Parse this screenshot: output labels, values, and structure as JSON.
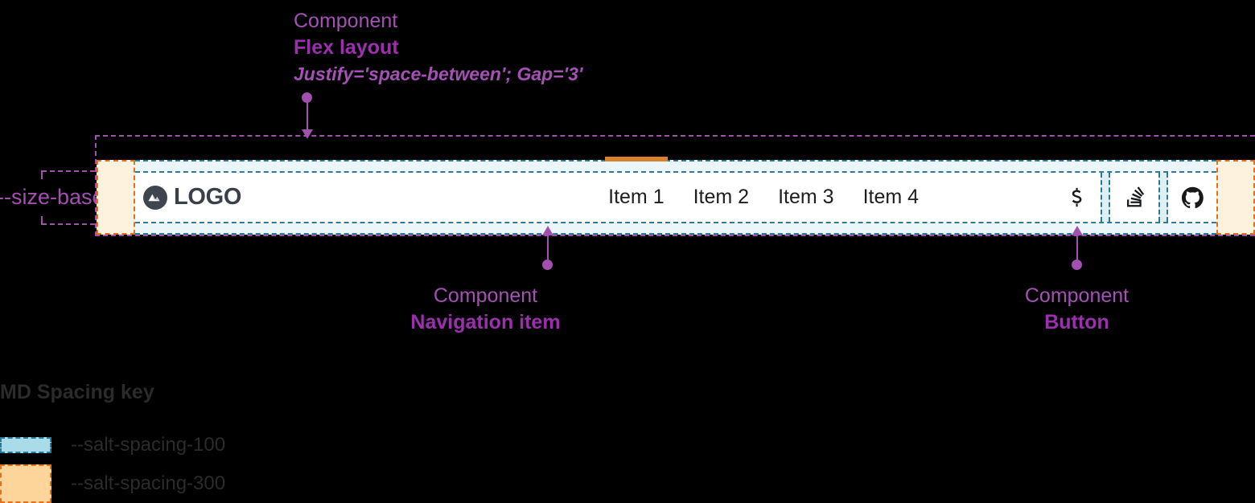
{
  "annotations": {
    "flex_layout": {
      "kind": "Component",
      "name": "Flex layout",
      "props": "Justify='space-between'; Gap='3'"
    },
    "navigation_item": {
      "kind": "Component",
      "name": "Navigation item"
    },
    "button": {
      "kind": "Component",
      "name": "Button"
    },
    "size_base": "--size-base"
  },
  "navbar": {
    "logo": {
      "icon": "mountain-logo-icon",
      "text": "LOGO"
    },
    "items": [
      {
        "label": "Item 1",
        "active": true
      },
      {
        "label": "Item 2",
        "active": false
      },
      {
        "label": "Item 3",
        "active": false
      },
      {
        "label": "Item 4",
        "active": false
      }
    ],
    "actions": [
      {
        "icon": "salt-s-icon",
        "name": "salt"
      },
      {
        "icon": "stack-overflow-icon",
        "name": "stack-overflow"
      },
      {
        "icon": "github-icon",
        "name": "github"
      }
    ]
  },
  "spacing_key": {
    "title": "MD Spacing key",
    "rows": [
      {
        "token": "--salt-spacing-100",
        "swatch": "blue"
      },
      {
        "token": "--salt-spacing-300",
        "swatch": "orange"
      }
    ]
  },
  "colors": {
    "annotation_purple": "#a24fb0",
    "spacing_100_fill": "#aadbe8",
    "spacing_100_border": "#2b7a96",
    "spacing_300_fill": "#fdd59b",
    "spacing_300_border": "#e8701a",
    "active_indicator": "#d9822b",
    "logo_dark": "#3a4049",
    "background": "#000000"
  }
}
